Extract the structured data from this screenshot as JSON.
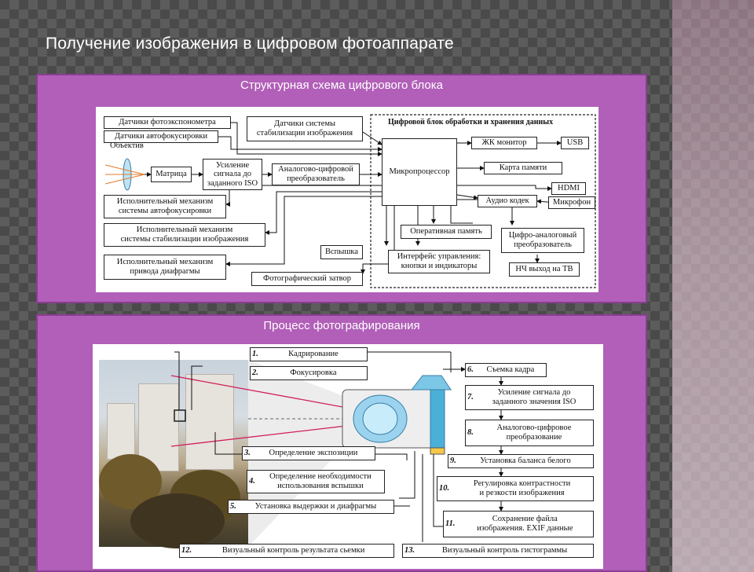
{
  "slide": {
    "title": "Получение изображения в цифровом фотоаппарате"
  },
  "panel1": {
    "title": "Структурная схема  цифрового блока",
    "dashed_title": "Цифровой блок обработки и хранения данных",
    "lens_label": "Объектив",
    "boxes": {
      "exposure_sensors": "Датчики фотоэкспонометра",
      "af_sensors": "Датчики автофокусировки",
      "stab_sensors": "Датчики системы\nстабилизации изображения",
      "matrix": "Матрица",
      "amplifier": "Усиление\nсигнала до\nзаданного ISO",
      "adc": "Аналогово-цифровой\nпреобразователь",
      "cpu": "Микропроцессор",
      "lcd": "ЖК монитор",
      "usb": "USB",
      "memcard": "Карта памяти",
      "hdmi": "HDMI",
      "audio": "Аудио кодек",
      "mic": "Микрофон",
      "af_actuator": "Исполнительный механизм\nсистемы автофокусировки",
      "stab_actuator": "Исполнительный механизм\nсистемы стабилизации изображения",
      "aperture_actuator": "Исполнительный механизм\nпривода диафрагмы",
      "flash": "Вспышка",
      "shutter": "Фотографический затвор",
      "ram": "Оперативная память",
      "ui": "Интерфейс управления:\nкнопки и индикаторы",
      "dac": "Цифро-аналоговый\nпреобразователь",
      "tv": "НЧ выход на ТВ"
    }
  },
  "panel2": {
    "title": "Процесс фотографирования",
    "steps": [
      {
        "num": "1.",
        "text": "Кадрирование"
      },
      {
        "num": "2.",
        "text": "Фокусировка"
      },
      {
        "num": "3.",
        "text": "Определение экспозиции"
      },
      {
        "num": "4.",
        "text": "Определение необходимости\nиспользования вспышки"
      },
      {
        "num": "5.",
        "text": "Установка выдержки и диафрагмы"
      },
      {
        "num": "6.",
        "text": "Съемка кадра"
      },
      {
        "num": "7.",
        "text": "Усиление сигнала до\nзаданного значения ISO"
      },
      {
        "num": "8.",
        "text": "Аналогово-цифровое\nпреобразование"
      },
      {
        "num": "9.",
        "text": "Установка баланса белого"
      },
      {
        "num": "10.",
        "text": "Регулировка контрастности\nи резкости изображения"
      },
      {
        "num": "11.",
        "text": "Сохранение файла\nизображения. EXIF данные"
      },
      {
        "num": "12.",
        "text": "Визуальный контроль результата сьемки"
      },
      {
        "num": "13.",
        "text": "Визуальный контроль гистограммы"
      }
    ]
  }
}
